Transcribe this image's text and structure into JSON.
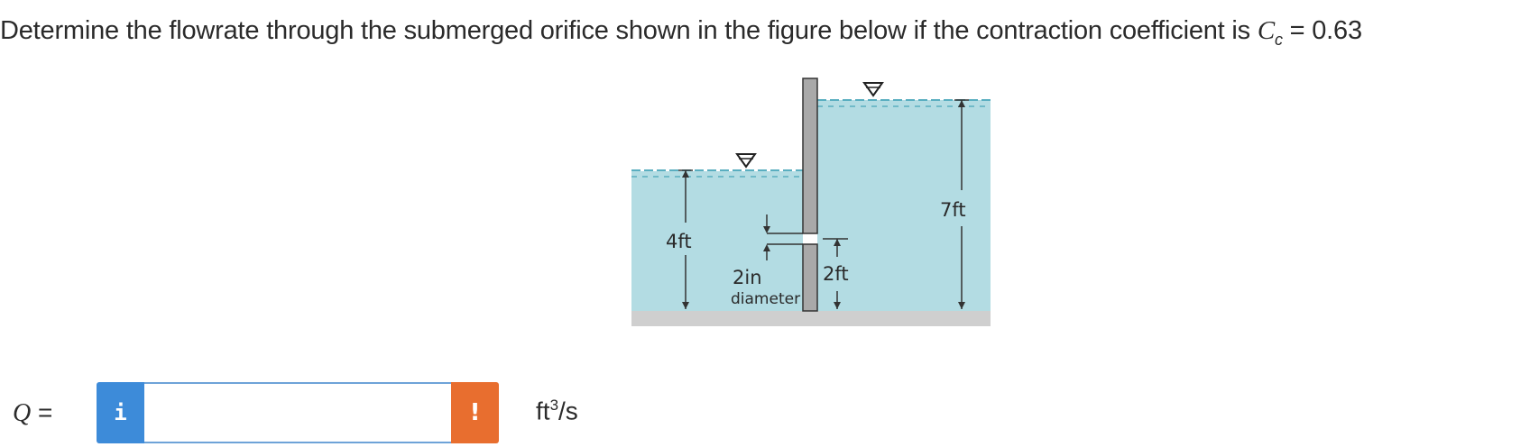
{
  "question": {
    "text": "Determine the flowrate through the submerged orifice shown in the figure below if the contraction coefficient is ",
    "coef_symbol": "C",
    "coef_sub": "c",
    "coef_value": " = 0.63"
  },
  "figure": {
    "left_depth_label": "4ft",
    "right_depth_label": "7ft",
    "orifice_height_label": "2ft",
    "orifice_size_label": "2in",
    "orifice_type_label": "diameter"
  },
  "answer": {
    "var_label": "Q",
    "equals": " =",
    "info_icon": "i",
    "input_value": "",
    "warn_icon": "!",
    "unit_base": "ft",
    "unit_exp": "3",
    "unit_tail": "/s"
  }
}
